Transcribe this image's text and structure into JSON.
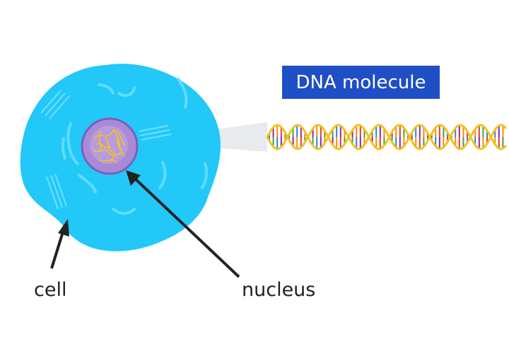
{
  "title": "DNA molecule",
  "labels": {
    "cell": "cell",
    "nucleus": "nucleus"
  },
  "colors": {
    "cell_fill": "#22c8f8",
    "cell_detail": "#5fdcff",
    "nucleus_fill": "#a98ad6",
    "nucleus_outline": "#7b5fb8",
    "chromatin": "#f5c518",
    "dna_backbone": "#f2c21f",
    "title_bg": "#1f4fc4",
    "arrow": "#222222",
    "base_pairs": [
      "#e53935",
      "#43a047",
      "#1e88e5",
      "#8e24aa",
      "#fb8c00"
    ]
  },
  "icons": {
    "cell": "cell-illustration",
    "nucleus": "nucleus-illustration",
    "dna": "dna-double-helix-icon",
    "arrow": "arrow-icon"
  }
}
